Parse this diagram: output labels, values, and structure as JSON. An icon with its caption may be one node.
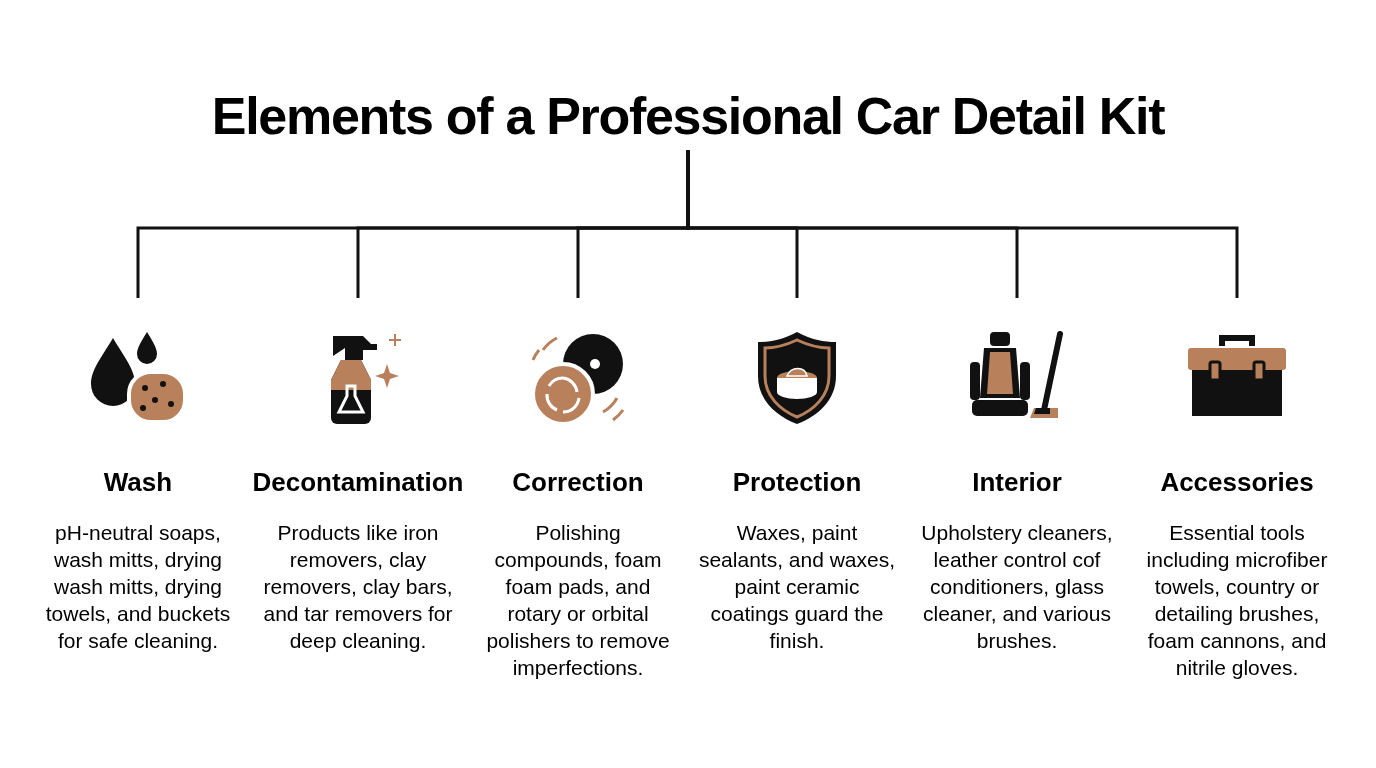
{
  "diagram": {
    "nodes": [
      {
        "text": [
          "Elements of a Professional Car Detail Kit"
        ]
      },
      {
        "text": [
          "Wash",
          "pH-neutral soaps, wash mitts, drying wash mitts, drying towels, and buckets for safe cleaning."
        ]
      },
      {
        "text": [
          "Decontamination",
          "Products like iron removers, clay removers, clay bars, and tar removers for deep cleaning."
        ]
      },
      {
        "text": [
          "Correction",
          "Polishing compounds, foam foam pads, and rotary or orbital polishers to remove imperfections."
        ]
      },
      {
        "text": [
          "Protection",
          "Waxes, paint sealants, and waxes, paint ceramic coatings guard the finish."
        ]
      },
      {
        "text": [
          "Interior",
          "Upholstery cleaners, leather control cof conditioners, glass cleaner, and various brushes."
        ]
      },
      {
        "text": [
          "Accessories",
          "Essential tools including microfiber towels, country or detailing brushes, foam cannons, and nitrile gloves."
        ]
      }
    ],
    "edges": [
      {
        "from": 0,
        "to": 1,
        "arrow": "none"
      },
      {
        "from": 0,
        "to": 2,
        "arrow": "none"
      },
      {
        "from": 0,
        "to": 3,
        "arrow": "none"
      },
      {
        "from": 0,
        "to": 4,
        "arrow": "none"
      },
      {
        "from": 0,
        "to": 5,
        "arrow": "none"
      },
      {
        "from": 0,
        "to": 6,
        "arrow": "none"
      }
    ]
  }
}
